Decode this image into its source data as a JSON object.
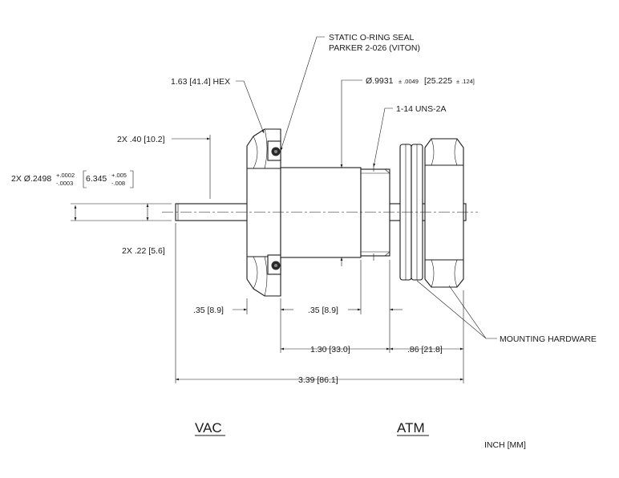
{
  "labels": {
    "oring_line1": "STATIC O-RING SEAL",
    "oring_line2": "PARKER 2-026 (VITON)",
    "hex": "1.63 [41.4] HEX",
    "bore_dia": "Ø.9931",
    "bore_tol": "± .0049",
    "bore_mm": "[25.225",
    "bore_mm_tol": "± .124]",
    "thread": "1-14 UNS-2A",
    "pin_len": "2X .40 [10.2]",
    "pin_dia": "2X Ø.2498",
    "pin_dia_tol_plus": "+.0002",
    "pin_dia_tol_minus": "-.0003",
    "pin_dia_mm": "6.345",
    "pin_dia_mm_tol_plus": "+.005",
    "pin_dia_mm_tol_minus": "-.008",
    "pin_offset": "2X .22 [5.6]",
    "flange_thk": ".35 [8.9]",
    "thread_len": ".35 [8.9]",
    "body_len": "1.30 [33.0]",
    "hardware_len": ".86 [21.8]",
    "overall_len": "3.39 [86.1]",
    "mounting": "MOUNTING HARDWARE",
    "vac": "VAC",
    "atm": "ATM",
    "units": "INCH [MM]"
  }
}
